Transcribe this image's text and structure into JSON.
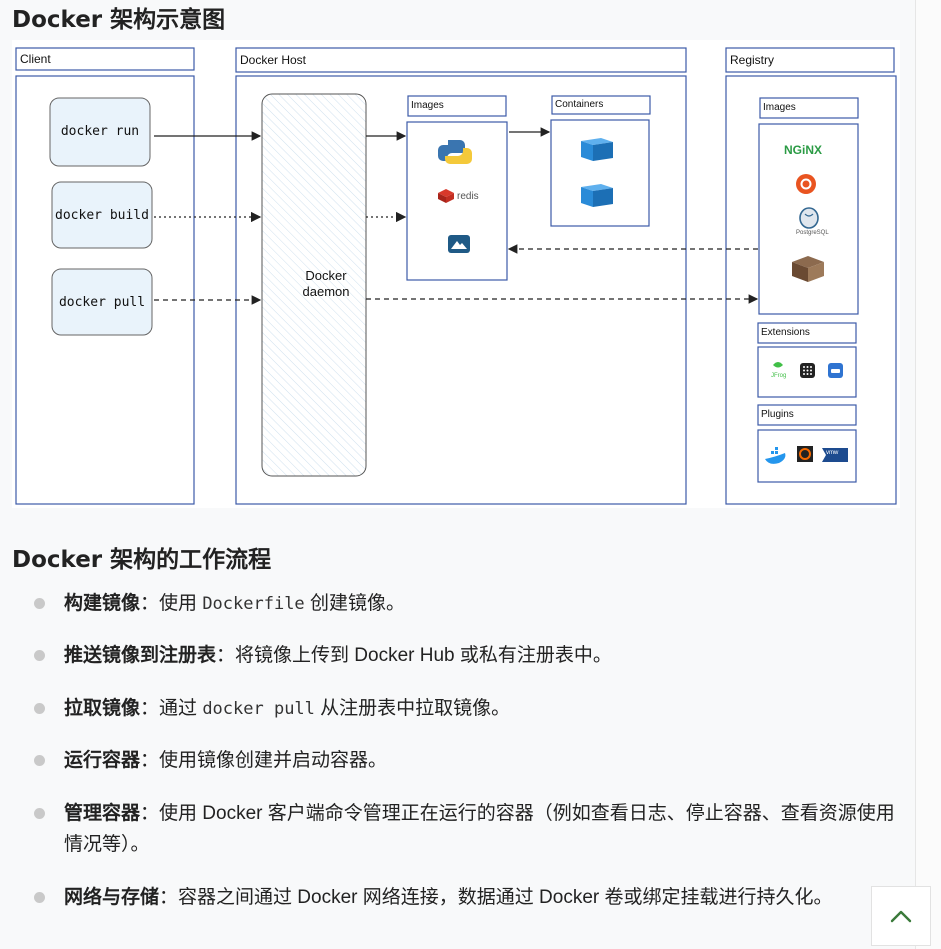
{
  "section1": {
    "title": "Docker 架构示意图"
  },
  "diagram": {
    "client_label": "Client",
    "host_label": "Docker Host",
    "registry_label": "Registry",
    "commands": [
      "docker run",
      "docker build",
      "docker pull"
    ],
    "daemon_line1": "Docker",
    "daemon_line2": "daemon",
    "host_images_label": "Images",
    "containers_label": "Containers",
    "redis_text": "redis",
    "registry_images_label": "Images",
    "nginx_text": "NGiNX",
    "postgres_text": "PostgreSQL",
    "extensions_label": "Extensions",
    "jfrog_text": "JFrog",
    "plugins_label": "Plugins",
    "vmware_text": "vmw",
    "colors": {
      "frame": "#3c5ba8",
      "box_fill": "#e9f3fb",
      "container": "#2a8bd8"
    }
  },
  "section2": {
    "title": "Docker 架构的工作流程"
  },
  "steps": [
    {
      "title": "构建镜像",
      "sep": "：",
      "pre": "使用 ",
      "code": "Dockerfile",
      "post": " 创建镜像。"
    },
    {
      "title": "推送镜像到注册表",
      "sep": "：",
      "pre": "将镜像上传到 Docker Hub 或私有注册表中。",
      "code": "",
      "post": ""
    },
    {
      "title": "拉取镜像",
      "sep": "：",
      "pre": "通过 ",
      "code": "docker pull",
      "post": " 从注册表中拉取镜像。"
    },
    {
      "title": "运行容器",
      "sep": "：",
      "pre": "使用镜像创建并启动容器。",
      "code": "",
      "post": ""
    },
    {
      "title": "管理容器",
      "sep": "：",
      "pre": "使用 Docker 客户端命令管理正在运行的容器（例如查看日志、停止容器、查看资源使用情况等）。",
      "code": "",
      "post": ""
    },
    {
      "title": "网络与存储",
      "sep": "：",
      "pre": "容器之间通过 Docker 网络连接，数据通过 Docker 卷或绑定挂载进行持久化。",
      "code": "",
      "post": ""
    }
  ]
}
